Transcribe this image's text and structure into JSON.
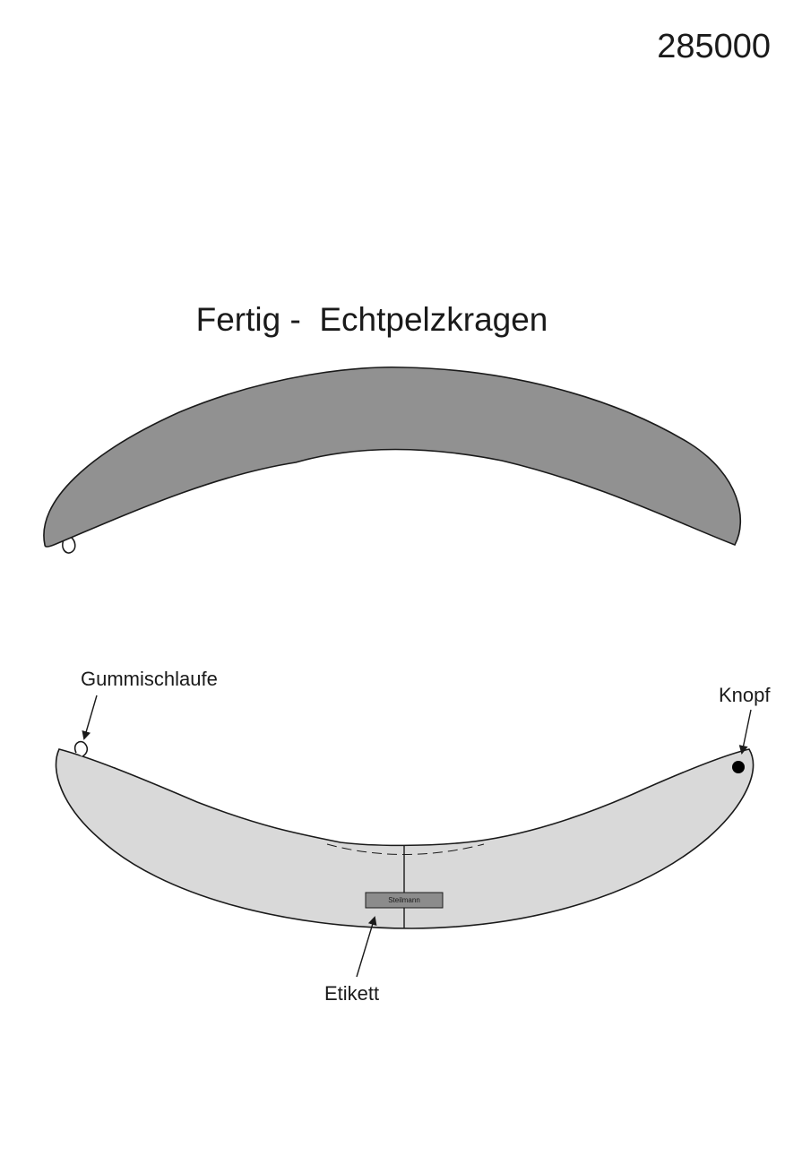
{
  "header": {
    "article_number": "285000"
  },
  "diagram": {
    "title": "Fertig -  Echtpelzkragen",
    "callouts": {
      "elastic_loop": "Gummischlaufe",
      "button": "Knopf",
      "label": "Etikett"
    },
    "tag_text": "Steilmann"
  },
  "colors": {
    "fur_outer": "#919191",
    "collar_inner": "#d9d9d9",
    "tag_fill": "#8c8c8c",
    "outline": "#1a1a1a"
  }
}
